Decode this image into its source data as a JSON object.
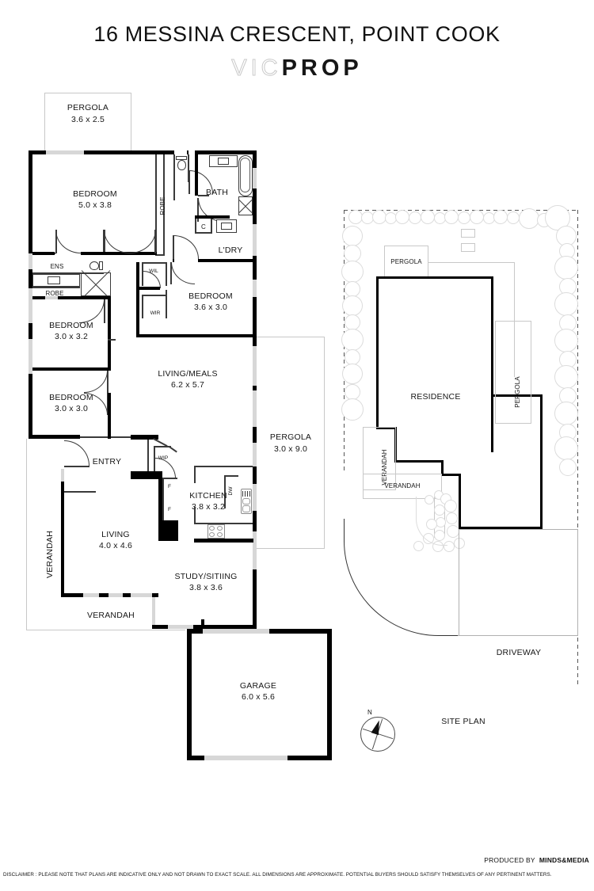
{
  "header": {
    "title": "16 MESSINA CRESCENT, POINT COOK",
    "logo_light": "VIC",
    "logo_bold": "PROP"
  },
  "floor_plan": {
    "rooms": [
      {
        "name": "PERGOLA",
        "dims": "3.6 x 2.5"
      },
      {
        "name": "BEDROOM",
        "dims": "5.0 x 3.8"
      },
      {
        "name": "BATH",
        "dims": ""
      },
      {
        "name": "L'DRY",
        "dims": ""
      },
      {
        "name": "ENS",
        "dims": ""
      },
      {
        "name": "ROBE",
        "dims": ""
      },
      {
        "name": "ROBE",
        "dims": ""
      },
      {
        "name": "WIL",
        "dims": ""
      },
      {
        "name": "WIR",
        "dims": ""
      },
      {
        "name": "C",
        "dims": ""
      },
      {
        "name": "BEDROOM",
        "dims": "3.6 x 3.0"
      },
      {
        "name": "BEDROOM",
        "dims": "3.0 x 3.2"
      },
      {
        "name": "BEDROOM",
        "dims": "3.0 x 3.0"
      },
      {
        "name": "LIVING/MEALS",
        "dims": "6.2 x 5.7"
      },
      {
        "name": "PERGOLA",
        "dims": "3.0 x 9.0"
      },
      {
        "name": "ENTRY",
        "dims": ""
      },
      {
        "name": "VERANDAH",
        "dims": ""
      },
      {
        "name": "VERANDAH",
        "dims": ""
      },
      {
        "name": "WIP",
        "dims": ""
      },
      {
        "name": "F",
        "dims": ""
      },
      {
        "name": "F",
        "dims": ""
      },
      {
        "name": "DW",
        "dims": ""
      },
      {
        "name": "KITCHEN",
        "dims": "3.8 x 3.2"
      },
      {
        "name": "LIVING",
        "dims": "4.0 x 4.6"
      },
      {
        "name": "STUDY/SITIING",
        "dims": "3.8 x 3.6"
      },
      {
        "name": "GARAGE",
        "dims": "6.0 x 5.6"
      }
    ],
    "labels": {
      "pergola_top": "PERGOLA",
      "pergola_top_d": "3.6 x 2.5",
      "bed_main": "BEDROOM",
      "bed_main_d": "5.0 x 3.8",
      "robe_vert": "ROBE",
      "bath": "BATH",
      "cupboard": "C",
      "ldry": "L'DRY",
      "ens": "ENS",
      "robe": "ROBE",
      "wil": "WIL",
      "wir": "WIR",
      "bed2": "BEDROOM",
      "bed2_d": "3.6 x 3.0",
      "bed3": "BEDROOM",
      "bed3_d": "3.0 x 3.2",
      "bed4": "BEDROOM",
      "bed4_d": "3.0 x 3.0",
      "living_meals": "LIVING/MEALS",
      "living_meals_d": "6.2 x 5.7",
      "pergola_right": "PERGOLA",
      "pergola_right_d": "3.0 x 9.0",
      "entry": "ENTRY",
      "verandah_left": "VERANDAH",
      "verandah_bot": "VERANDAH",
      "wip": "WIP",
      "fridge1": "F",
      "fridge2": "F",
      "dw": "DW",
      "kitchen": "KITCHEN",
      "kitchen_d": "3.8 x 3.2",
      "living": "LIVING",
      "living_d": "4.0 x 4.6",
      "study": "STUDY/SITIING",
      "study_d": "3.8 x 3.6",
      "garage": "GARAGE",
      "garage_d": "6.0 x 5.6"
    }
  },
  "site_plan": {
    "title": "SITE PLAN",
    "labels": {
      "pergola_top": "PERGOLA",
      "residence": "RESIDENCE",
      "pergola_right": "PERGOLA",
      "verandah_left": "VERANDAH",
      "verandah_bot": "VERANDAH",
      "driveway": "DRIVEWAY"
    },
    "compass": {
      "north": "N"
    }
  },
  "footer": {
    "produced_by": "PRODUCED BY",
    "producer": "MINDS&MEDIA",
    "disclaimer": "DISCLAIMER : PLEASE NOTE THAT PLANS ARE INDICATIVE ONLY AND NOT DRAWN TO EXACT SCALE. ALL DIMENSIONS ARE APPROXIMATE. POTENTIAL BUYERS SHOULD SATISFY THEMSELVES OF ANY PERTINENT MATTERS."
  },
  "colors": {
    "wall": "#000000",
    "thin": "#3a3a3a",
    "light": "#c8c8c8",
    "window": "#d7d7d7",
    "text": "#161616"
  }
}
